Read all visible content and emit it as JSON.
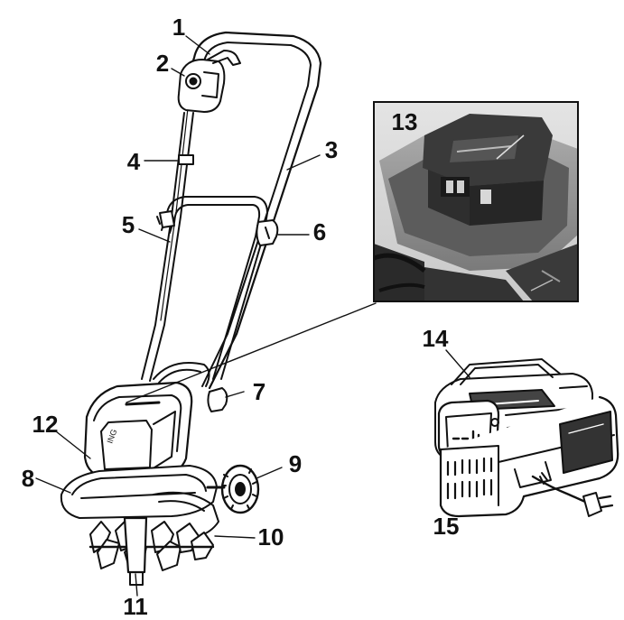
{
  "callouts": {
    "c1": "1",
    "c2": "2",
    "c3": "3",
    "c4": "4",
    "c5": "5",
    "c6": "6",
    "c7": "7",
    "c8": "8",
    "c9": "9",
    "c10": "10",
    "c11": "11",
    "c12": "12",
    "c13": "13",
    "c14": "14",
    "c15": "15"
  },
  "colors": {
    "line": "#111111",
    "photo_dark": "#2b2b2b",
    "photo_mid": "#6a6a6a",
    "photo_light": "#9a9a9a"
  },
  "icons": [
    "tiller-illustration",
    "battery-photo",
    "charger-illustration",
    "plug-icon"
  ]
}
